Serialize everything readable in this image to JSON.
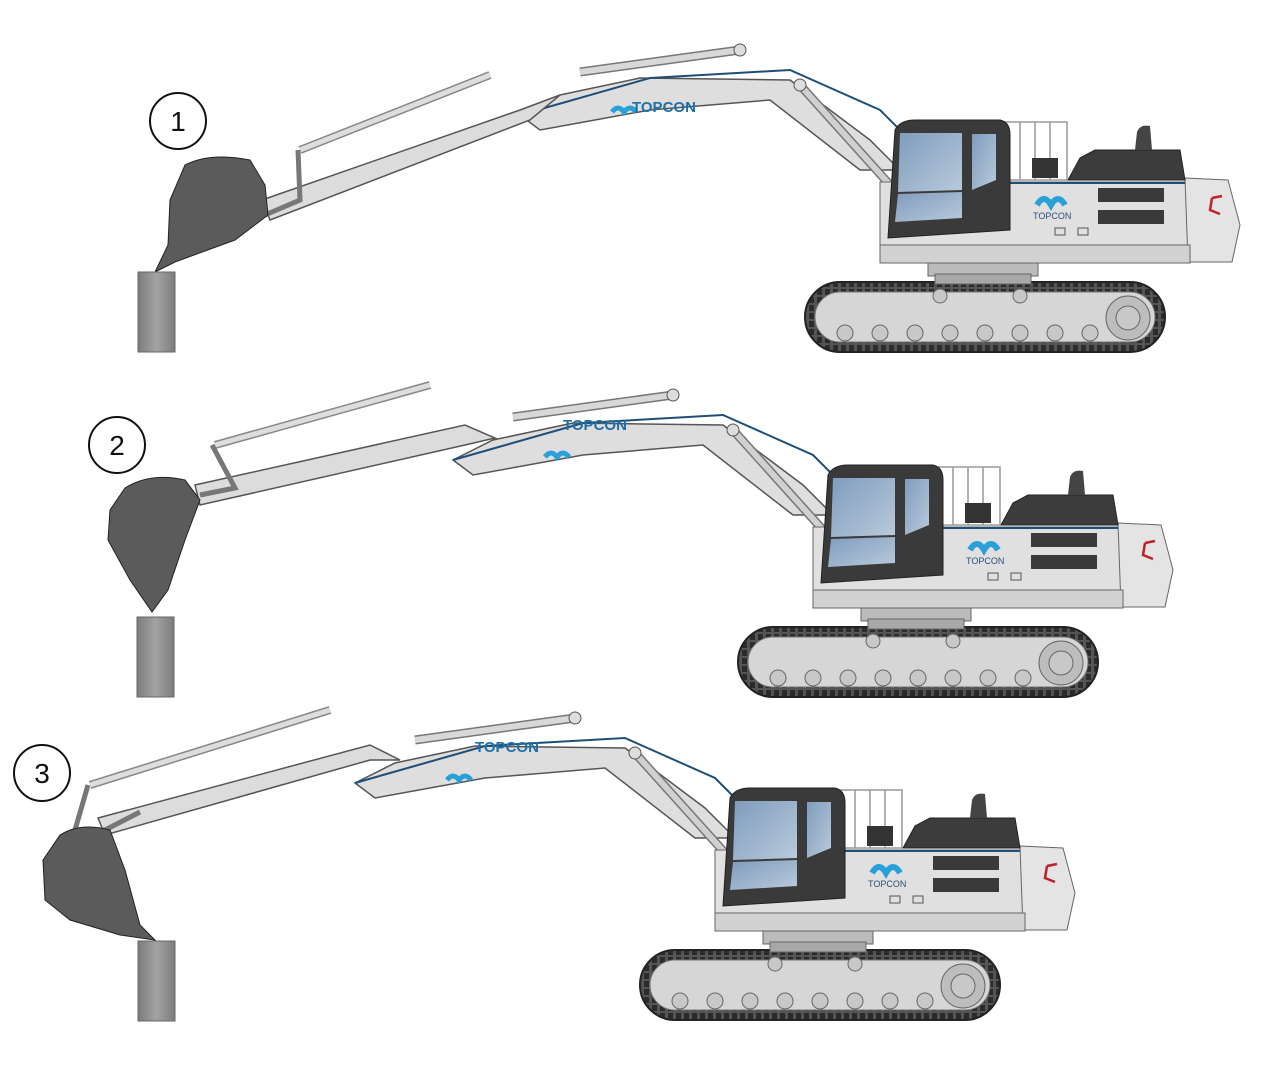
{
  "brand": {
    "name": "TOPCON"
  },
  "steps": [
    {
      "label": "1"
    },
    {
      "label": "2"
    },
    {
      "label": "3"
    }
  ],
  "colors": {
    "body": "#dcdcdc",
    "cab": "#3a3a3a",
    "glass": "#8fa9c4",
    "logo": "#2aa0d8",
    "accent": "#c0202a",
    "block": "#8a8a8a"
  }
}
